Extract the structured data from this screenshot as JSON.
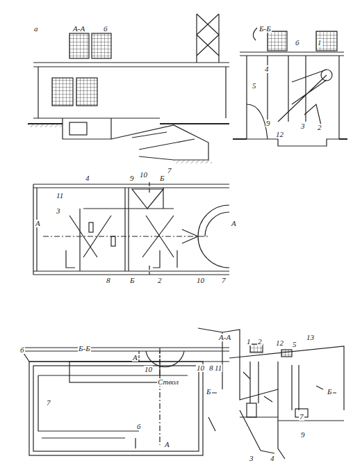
{
  "diagram": {
    "labels": [
      "а",
      "А-А",
      "6",
      "Б-Б",
      "6",
      "1",
      "4",
      "5",
      "9",
      "12",
      "3",
      "2",
      "10",
      "7",
      "4",
      "9",
      "Б",
      "11",
      "3",
      "А",
      "А",
      "8",
      "Б",
      "2",
      "10",
      "7",
      "б",
      "Б-Б",
      "А",
      "10",
      "10",
      "8",
      "Ствол",
      "7",
      "6",
      "А",
      "А-А",
      "11",
      "1",
      "2",
      "12",
      "5",
      "13",
      "Б",
      "Б",
      "7",
      "9",
      "3",
      "4"
    ]
  }
}
